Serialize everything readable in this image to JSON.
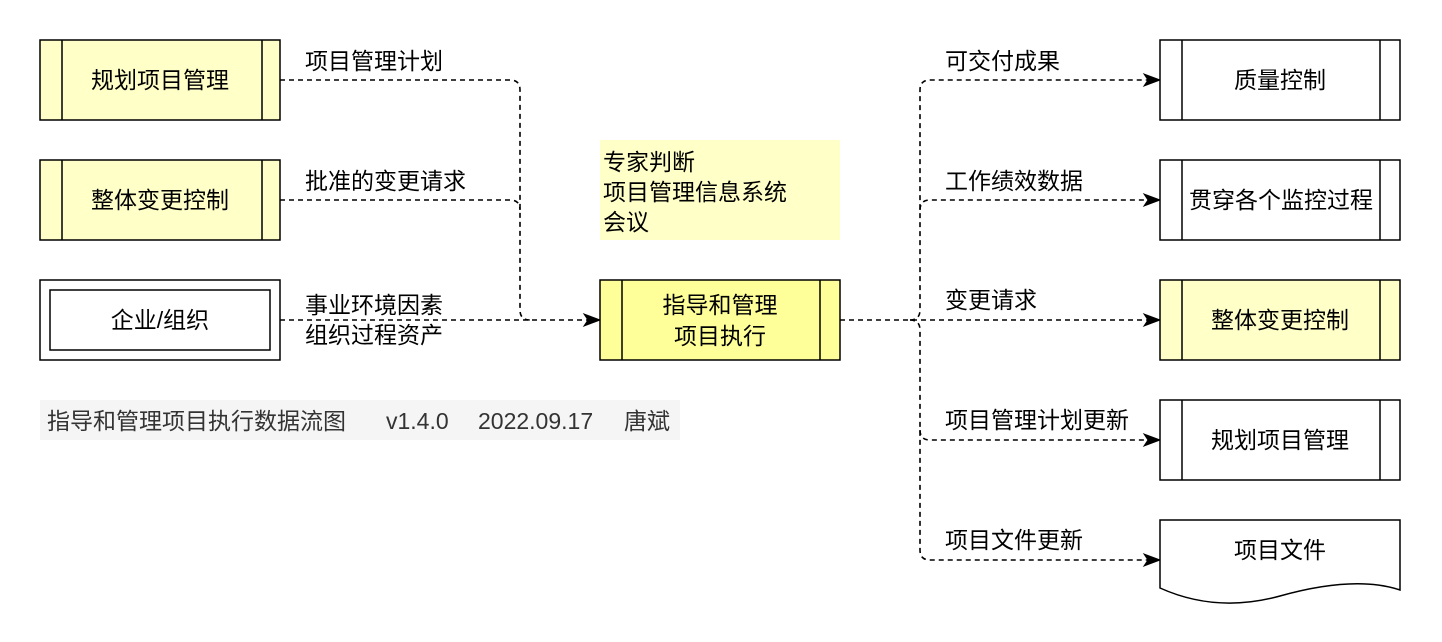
{
  "inputs": [
    {
      "source": "规划项目管理",
      "flow_lines": [
        "项目管理计划"
      ]
    },
    {
      "source": "整体变更控制",
      "flow_lines": [
        "批准的变更请求"
      ]
    },
    {
      "source": "企业/组织",
      "flow_lines": [
        "事业环境因素",
        "组织过程资产"
      ]
    }
  ],
  "tools": [
    "专家判断",
    "项目管理信息系统",
    "会议"
  ],
  "process": {
    "lines": [
      "指导和管理",
      "项目执行"
    ]
  },
  "outputs": [
    {
      "flow": "可交付成果",
      "target": "质量控制"
    },
    {
      "flow": "工作绩效数据",
      "target": "贯穿各个监控过程"
    },
    {
      "flow": "变更请求",
      "target": "整体变更控制"
    },
    {
      "flow": "项目管理计划更新",
      "target": "规划项目管理"
    },
    {
      "flow": "项目文件更新",
      "target": "项目文件"
    }
  ],
  "footer": {
    "title": "指导和管理项目执行数据流图",
    "version": "v1.4.0",
    "date": "2022.09.17",
    "author": "唐斌"
  },
  "colors": {
    "process_fill": "#FFFF99",
    "node_fill": "#FFFFC8",
    "tools_fill": "#FFFFC8",
    "plain_fill": "#FFFFFF",
    "footer_bg": "#F5F5F5",
    "line": "#000000"
  }
}
